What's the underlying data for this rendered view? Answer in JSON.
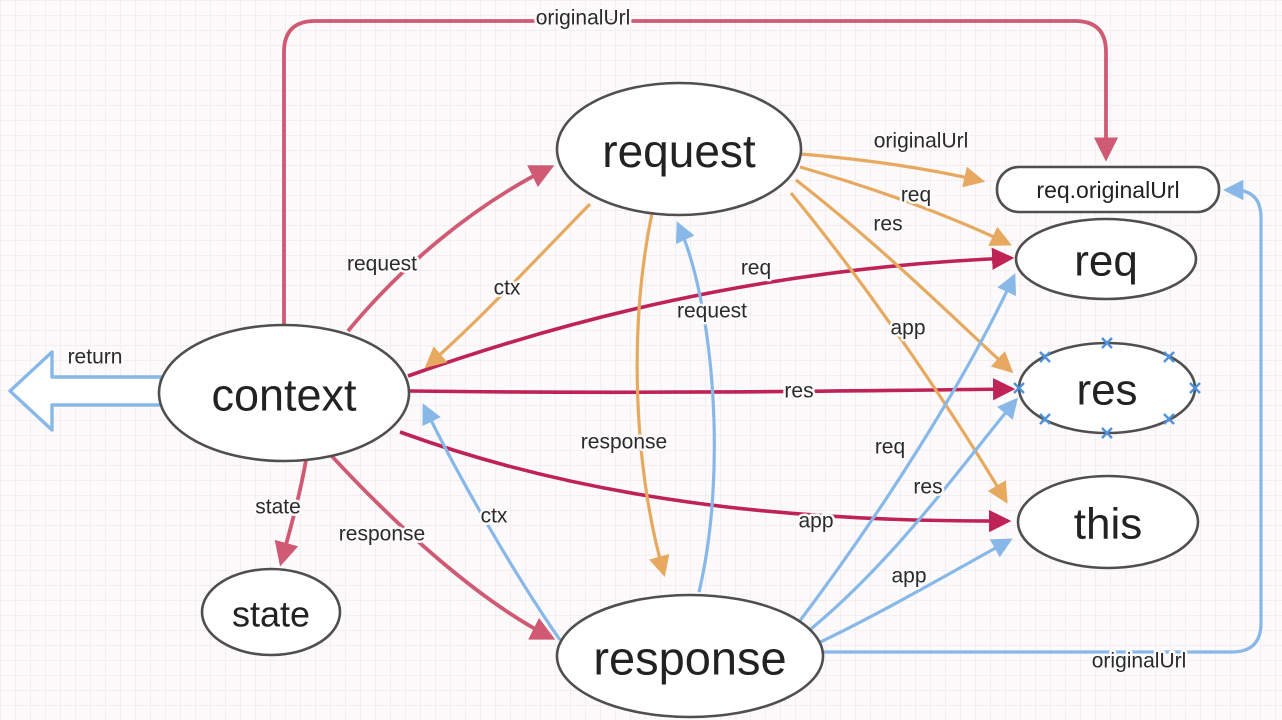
{
  "diagram": {
    "title": "koa-context-relationships",
    "colors": {
      "red": "#bf2355",
      "red_soft": "#d05a74",
      "orange": "#e7a95f",
      "blue": "#88b8e8",
      "node_stroke": "#4f4f4f",
      "text": "#2b2b2b",
      "selection_handle": "#4f90d8",
      "background": "#fcfafb"
    },
    "nodes": {
      "context": "context",
      "request": "request",
      "response": "response",
      "req": "req",
      "res": "res",
      "this": "this",
      "state": "state",
      "req_originalurl": "req.originalUrl"
    },
    "edges": {
      "context_originalurl": "originalUrl",
      "context_request": "request",
      "context_req": "req",
      "context_res": "res",
      "context_app": "app",
      "context_state": "state",
      "context_response": "response",
      "context_return": "return",
      "request_ctx": "ctx",
      "request_originalurl": "originalUrl",
      "request_req": "req",
      "request_res": "res",
      "request_app": "app",
      "request_response": "response",
      "response_ctx": "ctx",
      "response_request": "request",
      "response_req": "req",
      "response_res": "res",
      "response_app": "app",
      "response_originalurl": "originalUrl"
    }
  }
}
